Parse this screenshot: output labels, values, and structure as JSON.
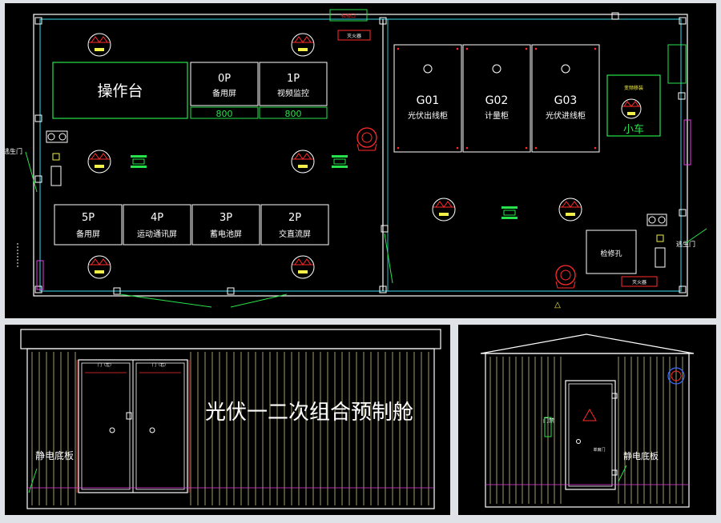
{
  "plan": {
    "console": "操作台",
    "cabinets_top": [
      {
        "code": "0P",
        "name": "备用屏"
      },
      {
        "code": "1P",
        "name": "视频监控"
      }
    ],
    "dims": [
      "800",
      "800"
    ],
    "cabinets_bottom": [
      {
        "code": "5P",
        "name": "备用屏"
      },
      {
        "code": "4P",
        "name": "运动通讯屏"
      },
      {
        "code": "3P",
        "name": "蓄电池屏"
      },
      {
        "code": "2P",
        "name": "交直流屏"
      }
    ],
    "cabinets_right": [
      {
        "code": "G01",
        "name": "光伏出线柜"
      },
      {
        "code": "G02",
        "name": "计量柜"
      },
      {
        "code": "G03",
        "name": "光伏进线柜"
      }
    ],
    "cart_label": "小车",
    "cart_tag": "变频移装",
    "maintenance_hole": "检修孔",
    "escape_door_left": "逃生门",
    "escape_door_right": "逃生门",
    "top_red_tag": "灭火器",
    "top_small_box": "检修口",
    "bottom_red_tag": "灭火器"
  },
  "front": {
    "title": "光伏一二次组合预制舱",
    "floor_label": "静电底板",
    "door_left_tag": "门（左）",
    "door_right_tag": "门（右）"
  },
  "side": {
    "floor_label": "静电底板",
    "door_label": "门禁",
    "door_sub": "单扇门"
  },
  "colors": {
    "wall": "#2fb8c9",
    "frame": "#ffffff",
    "green": "#27e34b",
    "red": "#ff2b2b",
    "yellow": "#f2ef4a",
    "magenta": "#e33ee6",
    "slat": "#e6e29c"
  }
}
